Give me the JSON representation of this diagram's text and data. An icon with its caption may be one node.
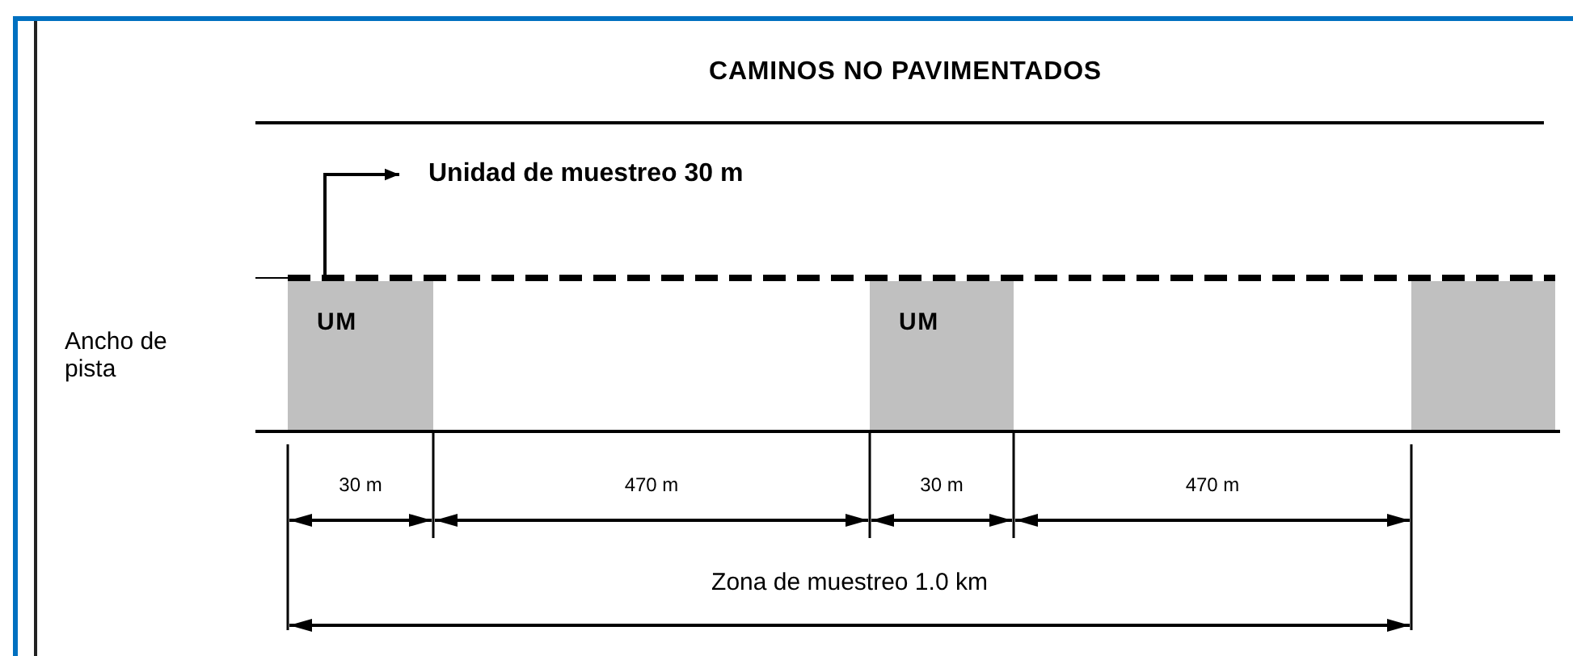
{
  "diagram": {
    "title": "CAMINOS NO PAVIMENTADOS",
    "nodes": [
      {
        "text": [
          "UM"
        ]
      },
      {
        "text": [
          "UM"
        ]
      },
      {
        "text": [],
        "shape": "box"
      },
      {
        "text": [
          "Unidad de muestreo 30 m"
        ]
      }
    ],
    "edges": [
      {
        "from": 0,
        "to": 3,
        "arrow": "to"
      }
    ],
    "labels": [
      "Ancho de pista",
      "30 m",
      "470 m",
      "30 m",
      "470 m",
      "Zona de muestreo 1.0 km"
    ]
  }
}
